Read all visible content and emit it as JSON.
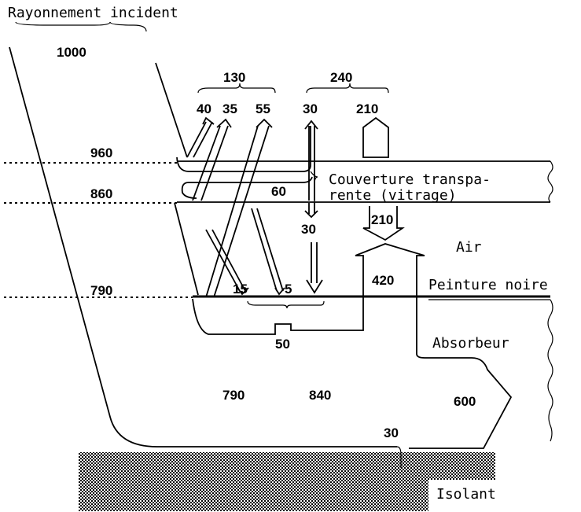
{
  "title": "Rayonnement incident",
  "values": {
    "incident": "1000",
    "reflected_total": "130",
    "emitted_total": "240",
    "r40": "40",
    "r35": "35",
    "r55": "55",
    "up30": "30",
    "up210": "210",
    "after_first": "960",
    "after_glass": "860",
    "glass_abs": "60",
    "down210": "210",
    "down30": "30",
    "at_absorber": "790",
    "a15": "15",
    "a5": "5",
    "convection": "420",
    "loss50": "50",
    "bottom790": "790",
    "bottom840": "840",
    "useful": "600",
    "insul": "30"
  },
  "labels": {
    "cover_line1": "Couverture transpa-",
    "cover_line2": "rente (vitrage)",
    "air": "Air",
    "paint": "Peinture noire",
    "absorber": "Absorbeur",
    "insulation": "Isolant"
  }
}
